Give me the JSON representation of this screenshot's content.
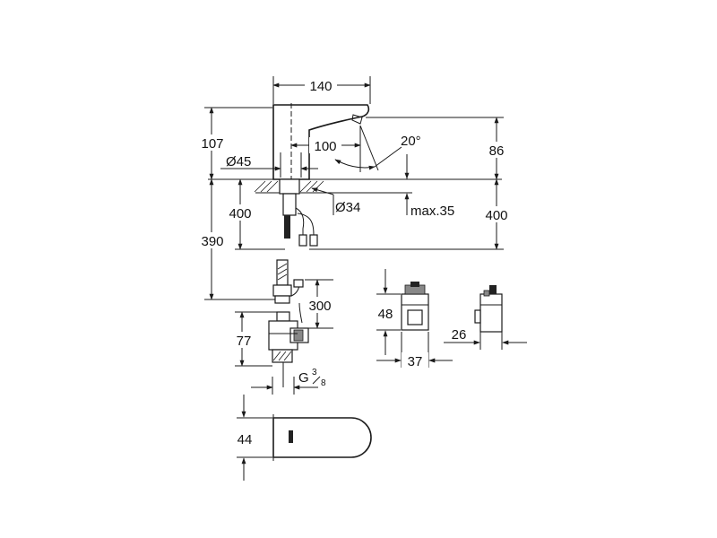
{
  "dimensions": {
    "width_top": "140",
    "height_107": "107",
    "reach_100": "100",
    "angle": "20°",
    "height_86": "86",
    "diameter_45": "Ø45",
    "diameter_34": "Ø34",
    "max_thickness": "max.35",
    "hose_400_left": "400",
    "hose_400_right": "400",
    "total_390": "390",
    "cable_300": "300",
    "valve_77": "77",
    "thread_g": "G",
    "thread_num": "3",
    "thread_den": "8",
    "box_48": "48",
    "box_37": "37",
    "box_26": "26",
    "sensor_44": "44"
  },
  "colors": {
    "line": "#1a1a1a",
    "fill_dark": "#222222",
    "fill_gray": "#888888",
    "background": "#ffffff"
  }
}
